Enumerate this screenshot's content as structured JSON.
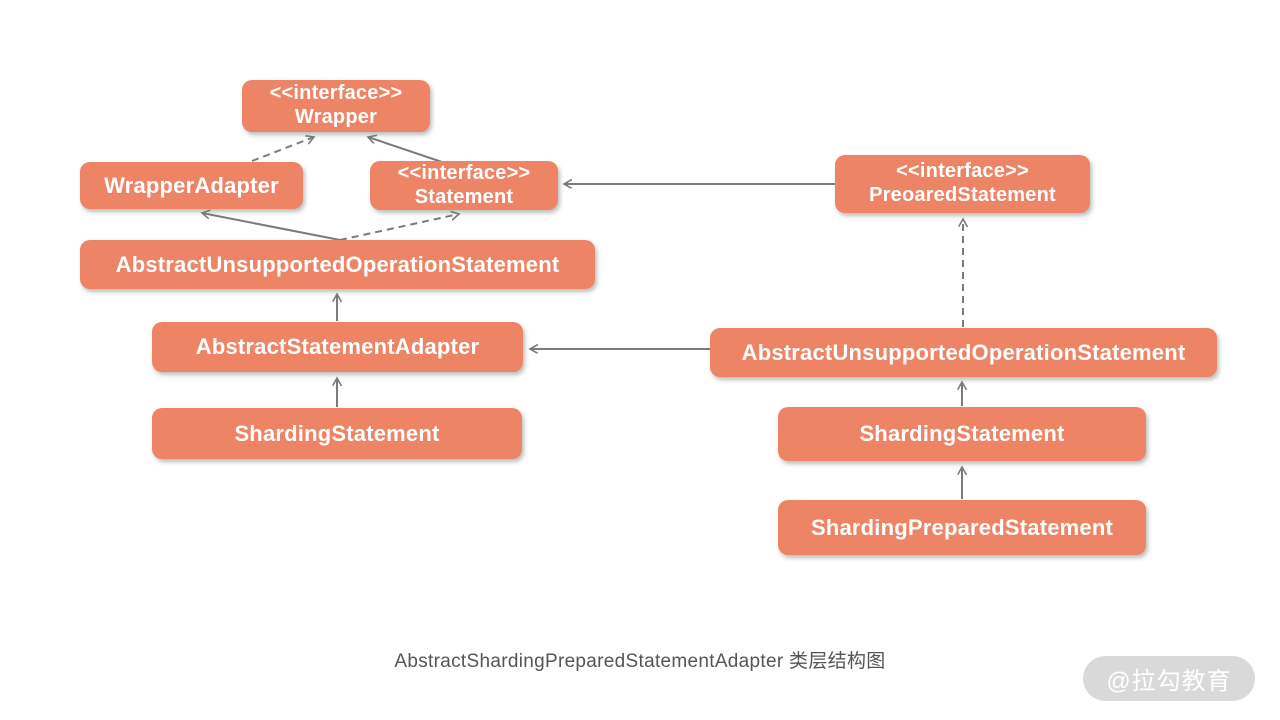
{
  "diagram": {
    "caption": "AbstractShardingPreparedStatementAdapter 类层结构图",
    "watermark": "@拉勾教育",
    "stereotype_label": "<<interface>>",
    "nodes": {
      "wrapper": {
        "stereotype": "<<interface>>",
        "name": "Wrapper"
      },
      "wrapper_adapter": {
        "name": "WrapperAdapter"
      },
      "statement": {
        "stereotype": "<<interface>>",
        "name": "Statement"
      },
      "preoared_statement": {
        "stereotype": "<<interface>>",
        "name": "PreoaredStatement"
      },
      "abstract_unsupported_left": {
        "name": "AbstractUnsupportedOperationStatement"
      },
      "abstract_statement_adapter": {
        "name": "AbstractStatementAdapter"
      },
      "abstract_unsupported_right": {
        "name": "AbstractUnsupportedOperationStatement"
      },
      "sharding_statement_left": {
        "name": "ShardingStatement"
      },
      "sharding_statement_right": {
        "name": "ShardingStatement"
      },
      "sharding_prepared_statement": {
        "name": "ShardingPreparedStatement"
      }
    },
    "edges": [
      {
        "from": "WrapperAdapter",
        "to": "Wrapper",
        "style": "dashed"
      },
      {
        "from": "Statement",
        "to": "Wrapper",
        "style": "solid"
      },
      {
        "from": "PreoaredStatement",
        "to": "Statement",
        "style": "solid"
      },
      {
        "from": "AbstractUnsupportedOperationStatement (left)",
        "to": "WrapperAdapter",
        "style": "solid"
      },
      {
        "from": "AbstractUnsupportedOperationStatement (left)",
        "to": "Statement",
        "style": "dashed"
      },
      {
        "from": "AbstractUnsupportedOperationStatement (right)",
        "to": "PreoaredStatement",
        "style": "dashed"
      },
      {
        "from": "AbstractUnsupportedOperationStatement (right)",
        "to": "AbstractStatementAdapter",
        "style": "solid"
      },
      {
        "from": "AbstractStatementAdapter",
        "to": "AbstractUnsupportedOperationStatement (left)",
        "style": "solid"
      },
      {
        "from": "ShardingStatement (left)",
        "to": "AbstractStatementAdapter",
        "style": "solid"
      },
      {
        "from": "ShardingStatement (right)",
        "to": "AbstractUnsupportedOperationStatement (right)",
        "style": "solid"
      },
      {
        "from": "ShardingPreparedStatement",
        "to": "ShardingStatement (right)",
        "style": "solid"
      }
    ],
    "colors": {
      "node_fill": "#ee8466",
      "node_text": "#ffffff",
      "arrow": "#7b7b7b",
      "caption_text": "#555557",
      "watermark_bg": "#d9d9d9",
      "watermark_text": "#ffffff",
      "background": "#ffffff"
    }
  }
}
